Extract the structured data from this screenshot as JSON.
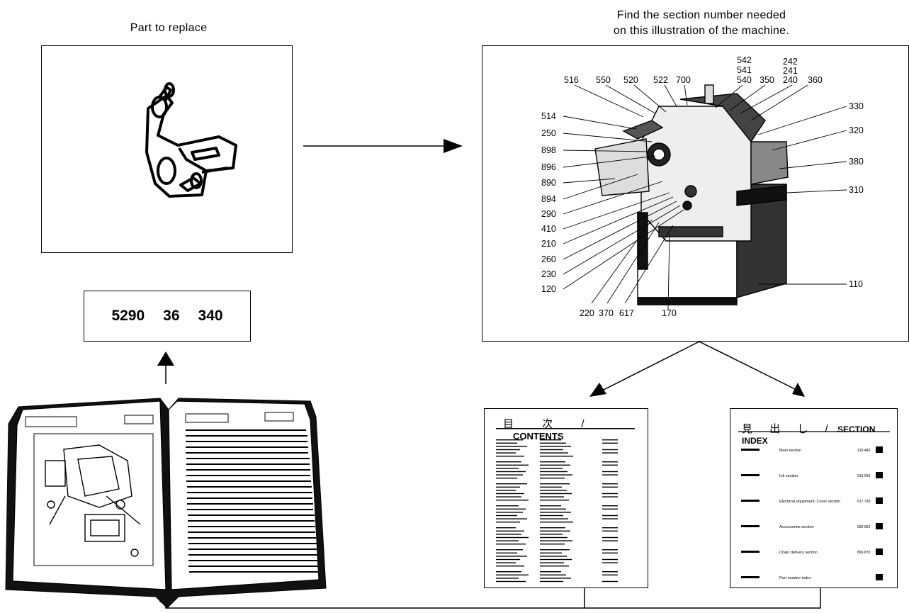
{
  "captions": {
    "part_to_replace": "Part to replace",
    "find_section_line1": "Find the section number needed",
    "find_section_line2": "on this illustration of the machine."
  },
  "part_number": [
    "5290",
    "36",
    "340"
  ],
  "machine_callouts": {
    "left": [
      "514",
      "250",
      "898",
      "896",
      "890",
      "894",
      "290",
      "410",
      "210",
      "260",
      "230",
      "120"
    ],
    "top": [
      "516",
      "550",
      "520",
      "522",
      "700"
    ],
    "top_right": [
      "542",
      "541",
      "540",
      "350",
      "242",
      "241",
      "240",
      "360"
    ],
    "right": [
      "330",
      "320",
      "380",
      "310",
      "110"
    ],
    "bottom": [
      "220",
      "370",
      "617",
      "170"
    ]
  },
  "contents_page": {
    "title_jp": "目 次 /",
    "title_en": "CONTENTS"
  },
  "section_index_page": {
    "title_jp": "見 出 し /",
    "title_en": "SECTION INDEX",
    "rows": [
      {
        "label": "Main section",
        "range": "210-440"
      },
      {
        "label": "Ink section",
        "range": "510-550"
      },
      {
        "label": "Electrical equipment; Cover section",
        "range": "617-730"
      },
      {
        "label": "Accessories section",
        "range": "830-853"
      },
      {
        "label": "Chain delivery section",
        "range": "860-870"
      },
      {
        "label": "Part number index",
        "range": ""
      }
    ]
  }
}
